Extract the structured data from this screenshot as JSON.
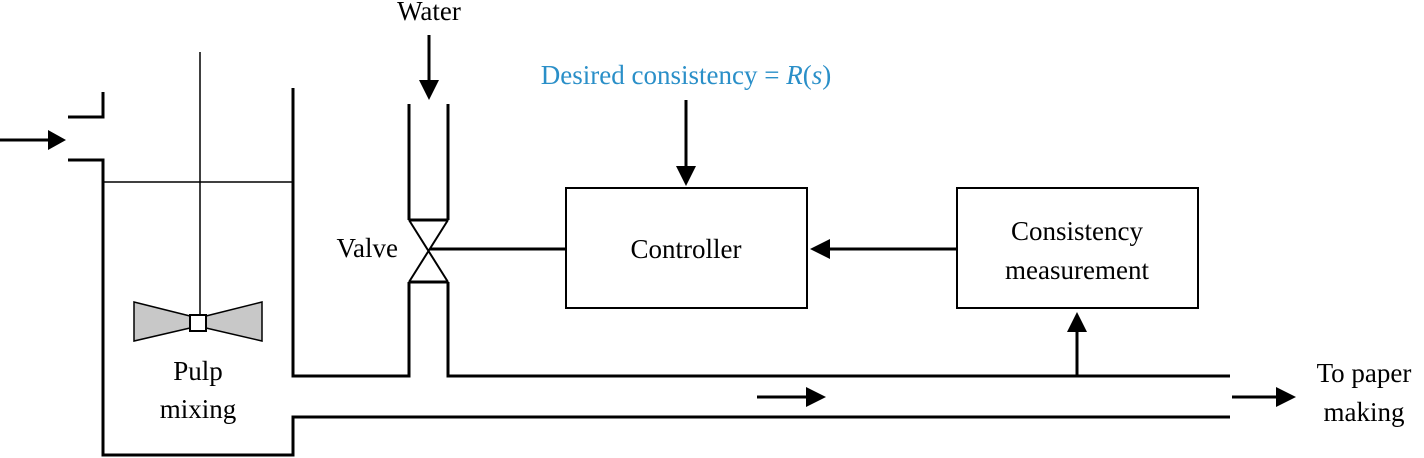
{
  "labels": {
    "water": "Water",
    "desired_prefix": "Desired consistency = ",
    "desired_r": "R",
    "desired_open": "(",
    "desired_s": "s",
    "desired_close": ")",
    "valve": "Valve",
    "controller": "Controller",
    "consistency_line1": "Consistency",
    "consistency_line2": "measurement",
    "pulp_line1": "Pulp",
    "pulp_line2": "mixing",
    "output_line1": "To paper",
    "output_line2": "making"
  },
  "colors": {
    "setpoint_text": "#2a8fc8",
    "lines": "#000000"
  }
}
